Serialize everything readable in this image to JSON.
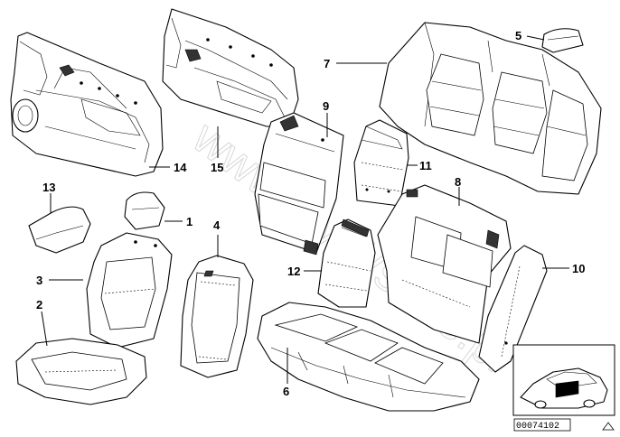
{
  "watermark": "www.BMWstore.pl",
  "callouts": [
    "1",
    "2",
    "3",
    "4",
    "5",
    "6",
    "7",
    "8",
    "9",
    "10",
    "11",
    "12",
    "13",
    "14",
    "15"
  ],
  "reference_number": "00074102"
}
